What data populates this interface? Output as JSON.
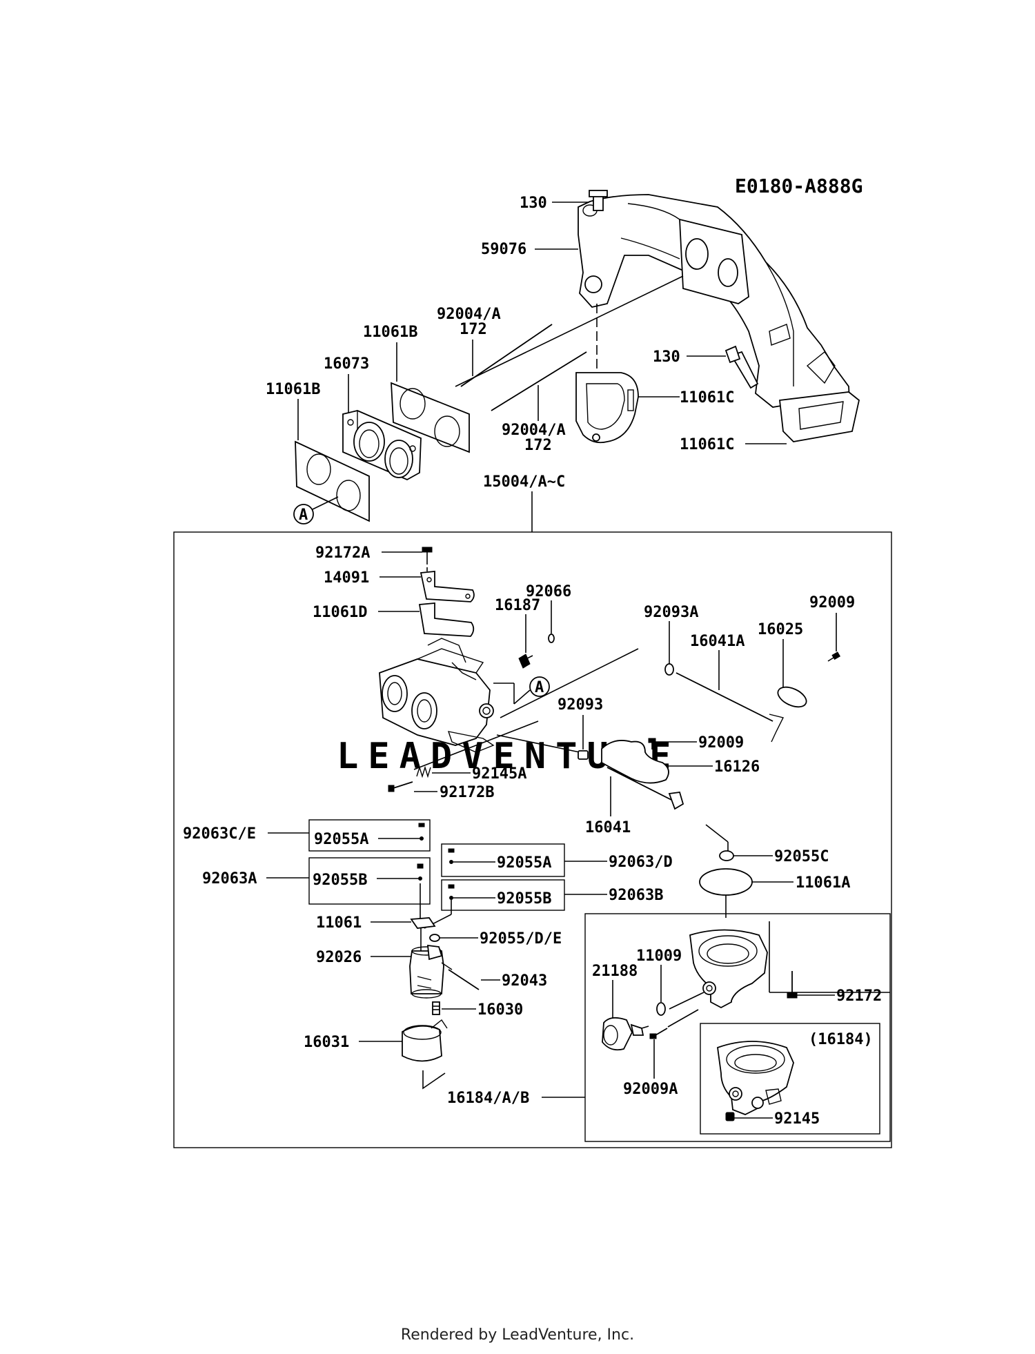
{
  "diagram_code": "E0180-A888G",
  "watermark": "LEADVENTURE",
  "footer": "Rendered by LeadVenture, Inc.",
  "section_ref": "(16184)",
  "callout_letter": "A",
  "labels": {
    "l130a": "130",
    "l59076": "59076",
    "l92004a1": "92004/A",
    "l172a": "172",
    "l11061b1": "11061B",
    "l16073": "16073",
    "l11061b2": "11061B",
    "l130b": "130",
    "l11061c1": "11061C",
    "l92004a2": "92004/A",
    "l172b": "172",
    "l11061c2": "11061C",
    "l15004": "15004/A~C",
    "l92172a": "92172A",
    "l14091": "14091",
    "l92066": "92066",
    "l16187": "16187",
    "l11061d": "11061D",
    "l92093a": "92093A",
    "l92009a": "92009",
    "l16025": "16025",
    "l16041a": "16041A",
    "l92093": "92093",
    "l92009b": "92009",
    "l92145a": "92145A",
    "l16126": "16126",
    "l92172b": "92172B",
    "l16041": "16041",
    "l92063ce": "92063C/E",
    "l92055a1": "92055A",
    "l92055a2": "92055A",
    "l92063d": "92063/D",
    "l92055c": "92055C",
    "l92063a": "92063A",
    "l92055b1": "92055B",
    "l11061a": "11061A",
    "l92055b2": "92055B",
    "l92063b": "92063B",
    "l11061": "11061",
    "l92055de": "92055/D/E",
    "l92026": "92026",
    "l11009": "11009",
    "l21188": "21188",
    "l92043": "92043",
    "l92172": "92172",
    "l16030": "16030",
    "l16031": "16031",
    "l92009aa": "92009A",
    "l16184ab": "16184/A/B",
    "l92145": "92145"
  }
}
